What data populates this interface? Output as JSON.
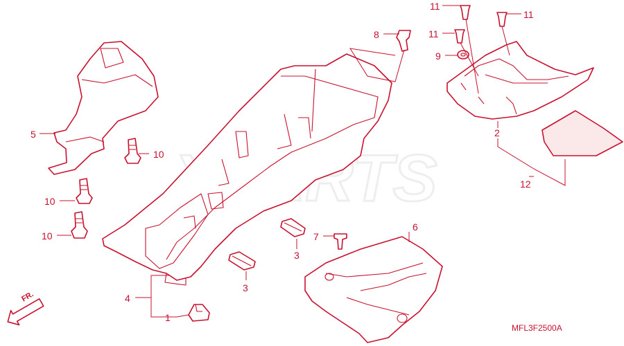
{
  "watermark": "XPARTS",
  "diagram_code": "MFL3F2500A",
  "direction_label": "FR.",
  "callouts": {
    "c1": "1",
    "c2": "2",
    "c3a": "3",
    "c3b": "3",
    "c4": "4",
    "c5": "5",
    "c6": "6",
    "c7": "7",
    "c8": "8",
    "c9": "9",
    "c10a": "10",
    "c10b": "10",
    "c10c": "10",
    "c11a": "11",
    "c11b": "11",
    "c11c": "11",
    "c12": "12"
  },
  "colors": {
    "line": "#c8102e",
    "background": "#ffffff",
    "watermark": "#eeeeee"
  }
}
